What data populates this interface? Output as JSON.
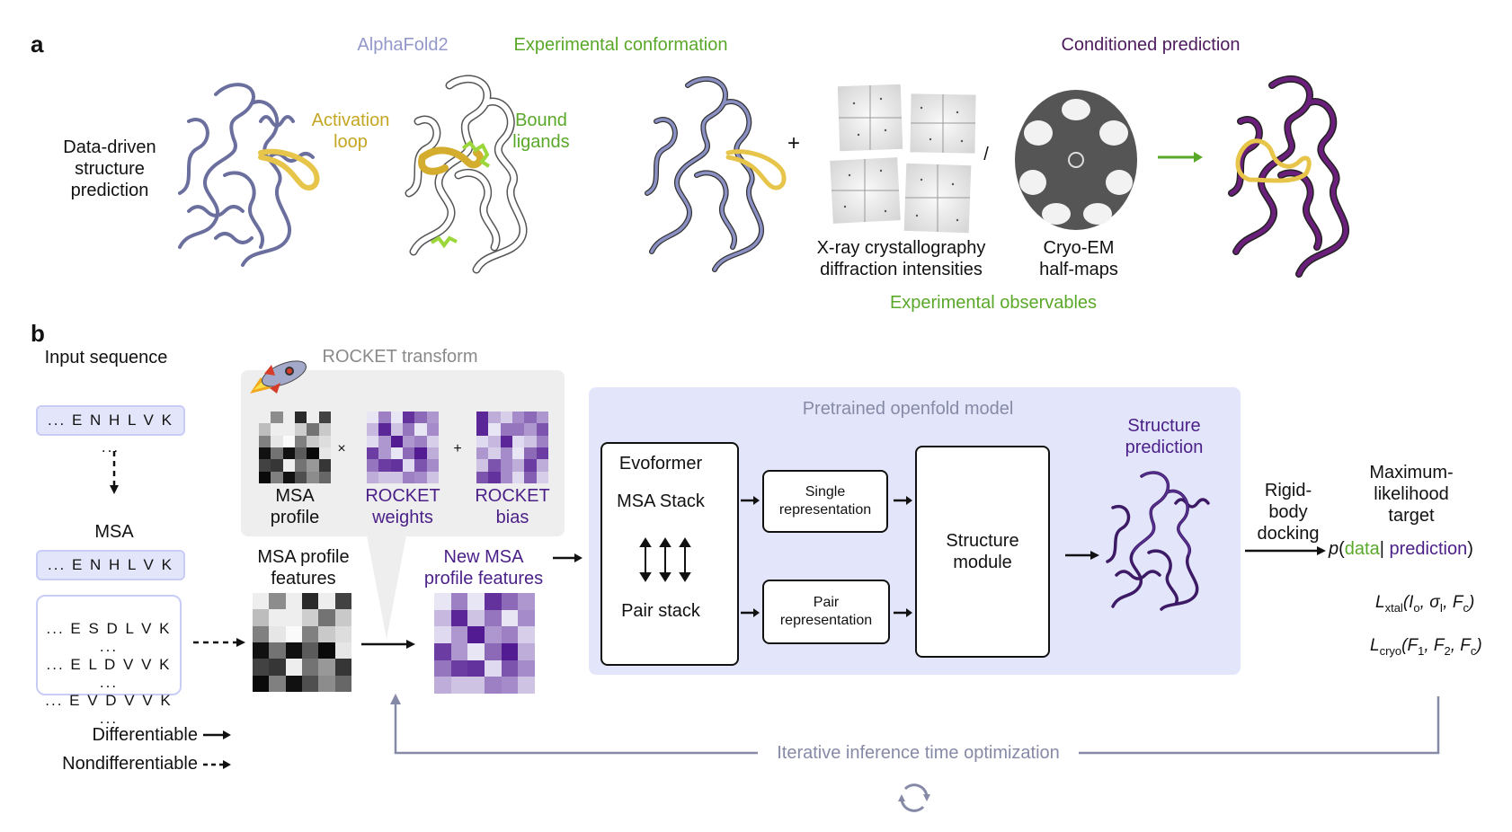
{
  "panel_a": {
    "letter": "a",
    "left_label": [
      "Data-driven",
      "structure",
      "prediction"
    ],
    "alphafold_label": "AlphaFold2",
    "activation_loop_label": [
      "Activation",
      "loop"
    ],
    "experimental_conformation_label": "Experimental conformation",
    "bound_ligands_label": [
      "Bound",
      "ligands"
    ],
    "plus": "+",
    "slash": "/",
    "xray_label": [
      "X-ray crystallography",
      "diffraction intensities"
    ],
    "cryo_label": [
      "Cryo-EM",
      "half-maps"
    ],
    "observables_label": "Experimental observables",
    "conditioned_label": "Conditioned prediction"
  },
  "panel_b": {
    "letter": "b",
    "input_sequence_label": "Input sequence",
    "input_sequence": "... E N H L V K ...",
    "msa_label": "MSA",
    "msa_query": "... E N H L V K ...",
    "msa_rows": [
      "... E S D L V K ...",
      "... E L D V V K ...",
      "... E V D V V K ..."
    ],
    "legend": {
      "differentiable": "Differentiable",
      "nondifferentiable": "Nondifferentiable"
    },
    "rocket": {
      "title": "ROCKET transform",
      "times": "×",
      "plus": "+",
      "msa_profile": [
        "MSA",
        "profile"
      ],
      "weights": [
        "ROCKET",
        "weights"
      ],
      "bias": [
        "ROCKET",
        "bias"
      ]
    },
    "msa_profile_features": [
      "MSA profile",
      "features"
    ],
    "new_msa_profile_features": [
      "New MSA",
      "profile features"
    ],
    "openfold": {
      "title": "Pretrained openfold model",
      "evoformer": "Evoformer",
      "msa_stack": "MSA Stack",
      "pair_stack": "Pair stack",
      "single_rep": [
        "Single",
        "representation"
      ],
      "pair_rep": [
        "Pair",
        "representation"
      ],
      "structure_module": [
        "Structure",
        "module"
      ],
      "structure_prediction": [
        "Structure",
        "prediction"
      ]
    },
    "docking": [
      "Rigid-",
      "body",
      "docking"
    ],
    "target": [
      "Maximum-",
      "likelihood",
      "target"
    ],
    "likelihood": {
      "p": "p",
      "open": "(",
      "data": "data",
      "bar": "|",
      "prediction": " prediction",
      "close": ")"
    },
    "loss_xtal": {
      "L": "L",
      "sub": "xtal",
      "args": "(I",
      "a1sub": "o",
      "mid": ", σ",
      "a2sub": "I",
      "end": ", F",
      "a3sub": "c",
      "close": ")"
    },
    "loss_cryo": {
      "L": "L",
      "sub": "cryo",
      "args": "(F",
      "a1sub": "1",
      "mid": ", F",
      "a2sub": "2",
      "end": ", F",
      "a3sub": "c",
      "close": ")"
    },
    "loop_label": "Iterative inference time optimization",
    "icons": [
      "rocket-icon",
      "refresh-cycle-icon"
    ]
  },
  "heatmaps": {
    "msa_profile": [
      [
        0.95,
        0.55,
        0.95,
        0.15,
        0.95,
        0.25
      ],
      [
        0.75,
        0.95,
        0.95,
        0.82,
        0.45,
        0.8
      ],
      [
        0.5,
        0.92,
        1.0,
        0.5,
        0.8,
        0.88
      ],
      [
        0.05,
        0.45,
        0.05,
        0.35,
        0.02,
        0.92
      ],
      [
        0.25,
        0.2,
        0.95,
        0.45,
        0.6,
        0.2
      ],
      [
        0.02,
        0.5,
        0.05,
        0.3,
        0.55,
        0.4
      ]
    ],
    "rocket_weights": [
      [
        0.95,
        0.5,
        0.95,
        0.15,
        0.4,
        0.6
      ],
      [
        0.75,
        0.1,
        0.8,
        0.45,
        0.95,
        0.55
      ],
      [
        0.9,
        0.6,
        0.05,
        0.6,
        0.5,
        0.85
      ],
      [
        0.2,
        0.6,
        0.95,
        0.4,
        0.05,
        0.7
      ],
      [
        0.45,
        0.2,
        0.15,
        0.9,
        0.3,
        0.55
      ],
      [
        0.7,
        0.8,
        0.8,
        0.5,
        0.55,
        0.8
      ]
    ],
    "rocket_bias": [
      [
        0.1,
        0.7,
        0.85,
        0.55,
        0.4,
        0.6
      ],
      [
        0.1,
        0.95,
        0.45,
        0.45,
        0.6,
        0.3
      ],
      [
        0.9,
        0.75,
        0.1,
        0.9,
        0.8,
        0.5
      ],
      [
        0.6,
        0.85,
        0.55,
        0.95,
        0.4,
        0.2
      ],
      [
        0.8,
        0.3,
        0.55,
        0.7,
        0.2,
        0.7
      ],
      [
        0.3,
        0.15,
        0.55,
        0.9,
        0.35,
        0.85
      ]
    ],
    "new_msa_profile": [
      [
        0.95,
        0.5,
        0.95,
        0.15,
        0.4,
        0.6
      ],
      [
        0.75,
        0.1,
        0.8,
        0.45,
        0.95,
        0.55
      ],
      [
        0.9,
        0.6,
        0.05,
        0.6,
        0.5,
        0.85
      ],
      [
        0.2,
        0.6,
        0.95,
        0.4,
        0.05,
        0.7
      ],
      [
        0.45,
        0.2,
        0.15,
        0.9,
        0.3,
        0.55
      ],
      [
        0.7,
        0.8,
        0.8,
        0.5,
        0.55,
        0.8
      ]
    ]
  },
  "colors": {
    "alphafold": "#9497c9",
    "protein_blue": "#6b6f9e",
    "activation_loop": "#e7c54a",
    "ligand_green": "#9bd63a",
    "experimental_green": "#5aa82a",
    "conditioned_purple": "#5a1a66",
    "rocket_purple": "#4a1f88",
    "openfold_bg": "#e3e6fa",
    "rocket_bg": "#eeeeee",
    "loop_gray": "#868aa6"
  }
}
